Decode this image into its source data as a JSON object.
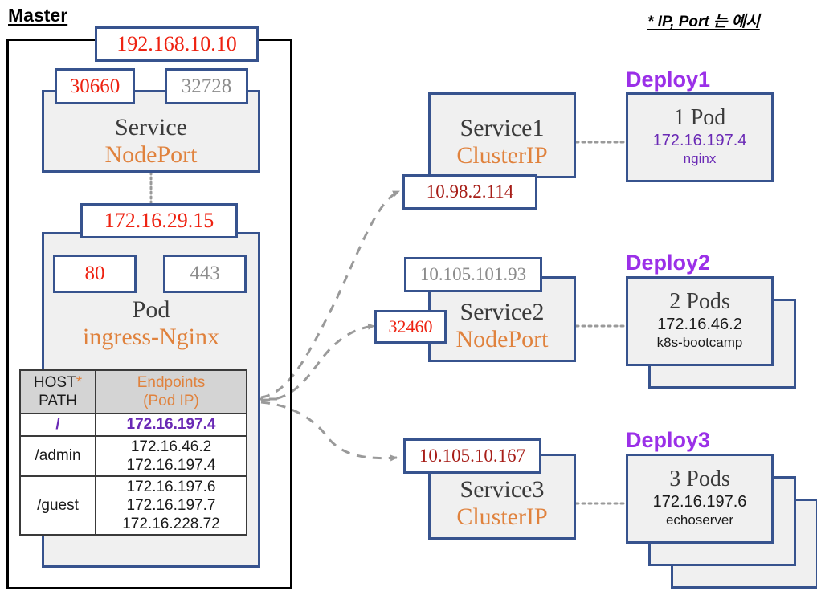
{
  "note": "* IP, Port 는 예시",
  "master": {
    "label": "Master",
    "node_ip": "192.168.10.10",
    "service": {
      "nodeport_1": "30660",
      "nodeport_2": "32728",
      "title": "Service",
      "type": "NodePort"
    },
    "pod": {
      "pod_ip": "172.16.29.15",
      "port_http": "80",
      "port_https": "443",
      "title": "Pod",
      "type": "ingress-Nginx"
    },
    "endpoints_table": {
      "header": {
        "host": "HOST",
        "host_asterisk": "*",
        "path": "PATH",
        "endpoints": "Endpoints",
        "endpoints_sub": "(Pod IP)"
      },
      "rows": [
        {
          "path": "/",
          "ips": [
            "172.16.197.4"
          ],
          "highlight": true
        },
        {
          "path": "/admin",
          "ips": [
            "172.16.46.2",
            "172.16.197.4"
          ],
          "highlight": false
        },
        {
          "path": "/guest",
          "ips": [
            "172.16.197.6",
            "172.16.197.7",
            "172.16.228.72"
          ],
          "highlight": false
        }
      ]
    }
  },
  "services": [
    {
      "cluster_ip": "10.98.2.114",
      "cluster_ip_style": "red",
      "node_port": null,
      "title": "Service1",
      "type": "ClusterIP"
    },
    {
      "cluster_ip": "10.105.101.93",
      "cluster_ip_style": "grey",
      "node_port": "32460",
      "title": "Service2",
      "type": "NodePort"
    },
    {
      "cluster_ip": "10.105.10.167",
      "cluster_ip_style": "red",
      "node_port": null,
      "title": "Service3",
      "type": "ClusterIP"
    }
  ],
  "deployments": [
    {
      "title": "Deploy1",
      "pod_count": "1 Pod",
      "pod_ip": "172.16.197.4",
      "image": "nginx",
      "stack": 1,
      "text_color": "purple"
    },
    {
      "title": "Deploy2",
      "pod_count": "2 Pods",
      "pod_ip": "172.16.46.2",
      "image": "k8s-bootcamp",
      "stack": 2,
      "text_color": "black"
    },
    {
      "title": "Deploy3",
      "pod_count": "3 Pods",
      "pod_ip": "172.16.197.6",
      "image": "echoserver",
      "stack": 3,
      "text_color": "black"
    }
  ],
  "colors": {
    "box_border": "#37538E",
    "box_fill": "#F0F0F0",
    "accent_orange": "#E0823D",
    "accent_purple": "#9B30E8",
    "pod_ip_purple": "#6A2AB5",
    "ip_red": "#EE2211",
    "ip_dark_red": "#A71E18",
    "grey_text": "#8C8C8C",
    "connector_grey": "#9A9A9A",
    "table_header_fill": "#D4D4D4"
  }
}
